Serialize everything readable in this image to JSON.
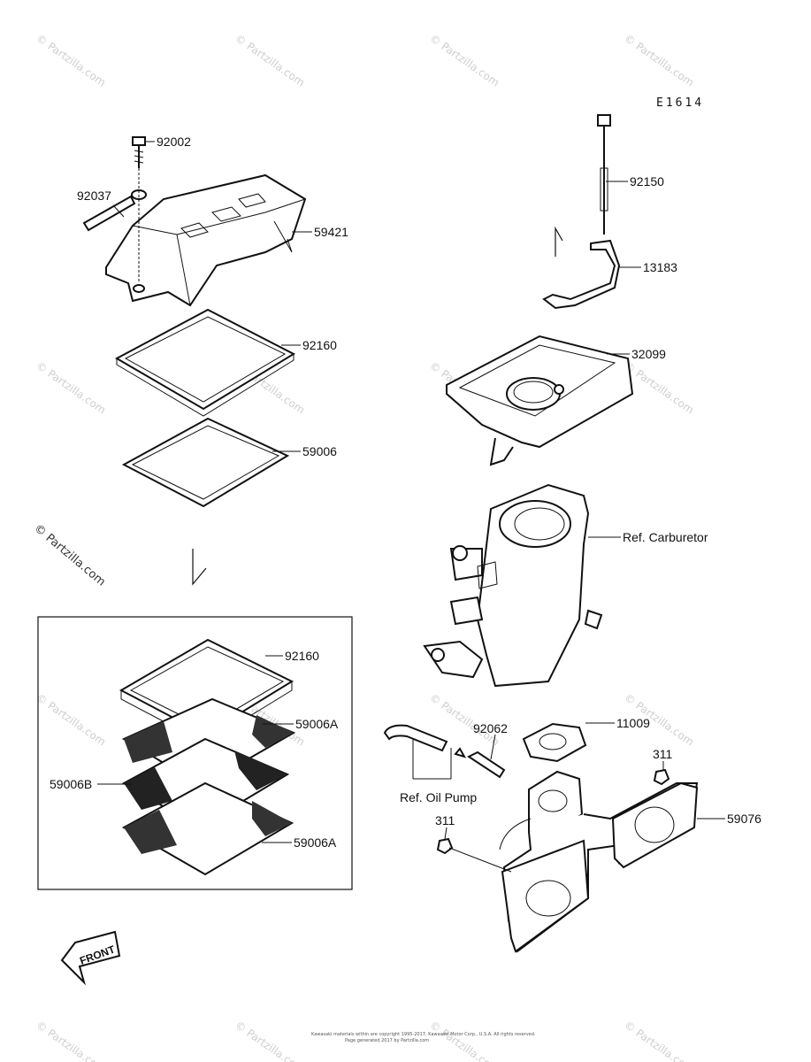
{
  "diagram_code": "E1614",
  "watermark": "© Partzilla.com",
  "footer_lines": [
    "Kawasaki materials within are copyright 1995-2017, Kawasaki Motor Corp., U.S.A. All rights reserved.",
    "Page generated 2017 by Partzilla.com"
  ],
  "callouts": [
    {
      "id": "c92002",
      "label": "92002"
    },
    {
      "id": "c92037",
      "label": "92037"
    },
    {
      "id": "c59421",
      "label": "59421"
    },
    {
      "id": "c92160a",
      "label": "92160"
    },
    {
      "id": "c59006",
      "label": "59006"
    },
    {
      "id": "c92150",
      "label": "92150"
    },
    {
      "id": "c13183",
      "label": "13183"
    },
    {
      "id": "c32099",
      "label": "32099"
    },
    {
      "id": "ccarb",
      "label": "Ref. Carburetor"
    },
    {
      "id": "c92160b",
      "label": "92160"
    },
    {
      "id": "c59006A1",
      "label": "59006A"
    },
    {
      "id": "c59006B",
      "label": "59006B"
    },
    {
      "id": "c59006A2",
      "label": "59006A"
    },
    {
      "id": "c92062",
      "label": "92062"
    },
    {
      "id": "c11009",
      "label": "11009"
    },
    {
      "id": "c311a",
      "label": "311"
    },
    {
      "id": "coil",
      "label": "Ref. Oil Pump"
    },
    {
      "id": "c311b",
      "label": "311"
    },
    {
      "id": "c59076",
      "label": "59076"
    }
  ],
  "front_label": "FRONT"
}
